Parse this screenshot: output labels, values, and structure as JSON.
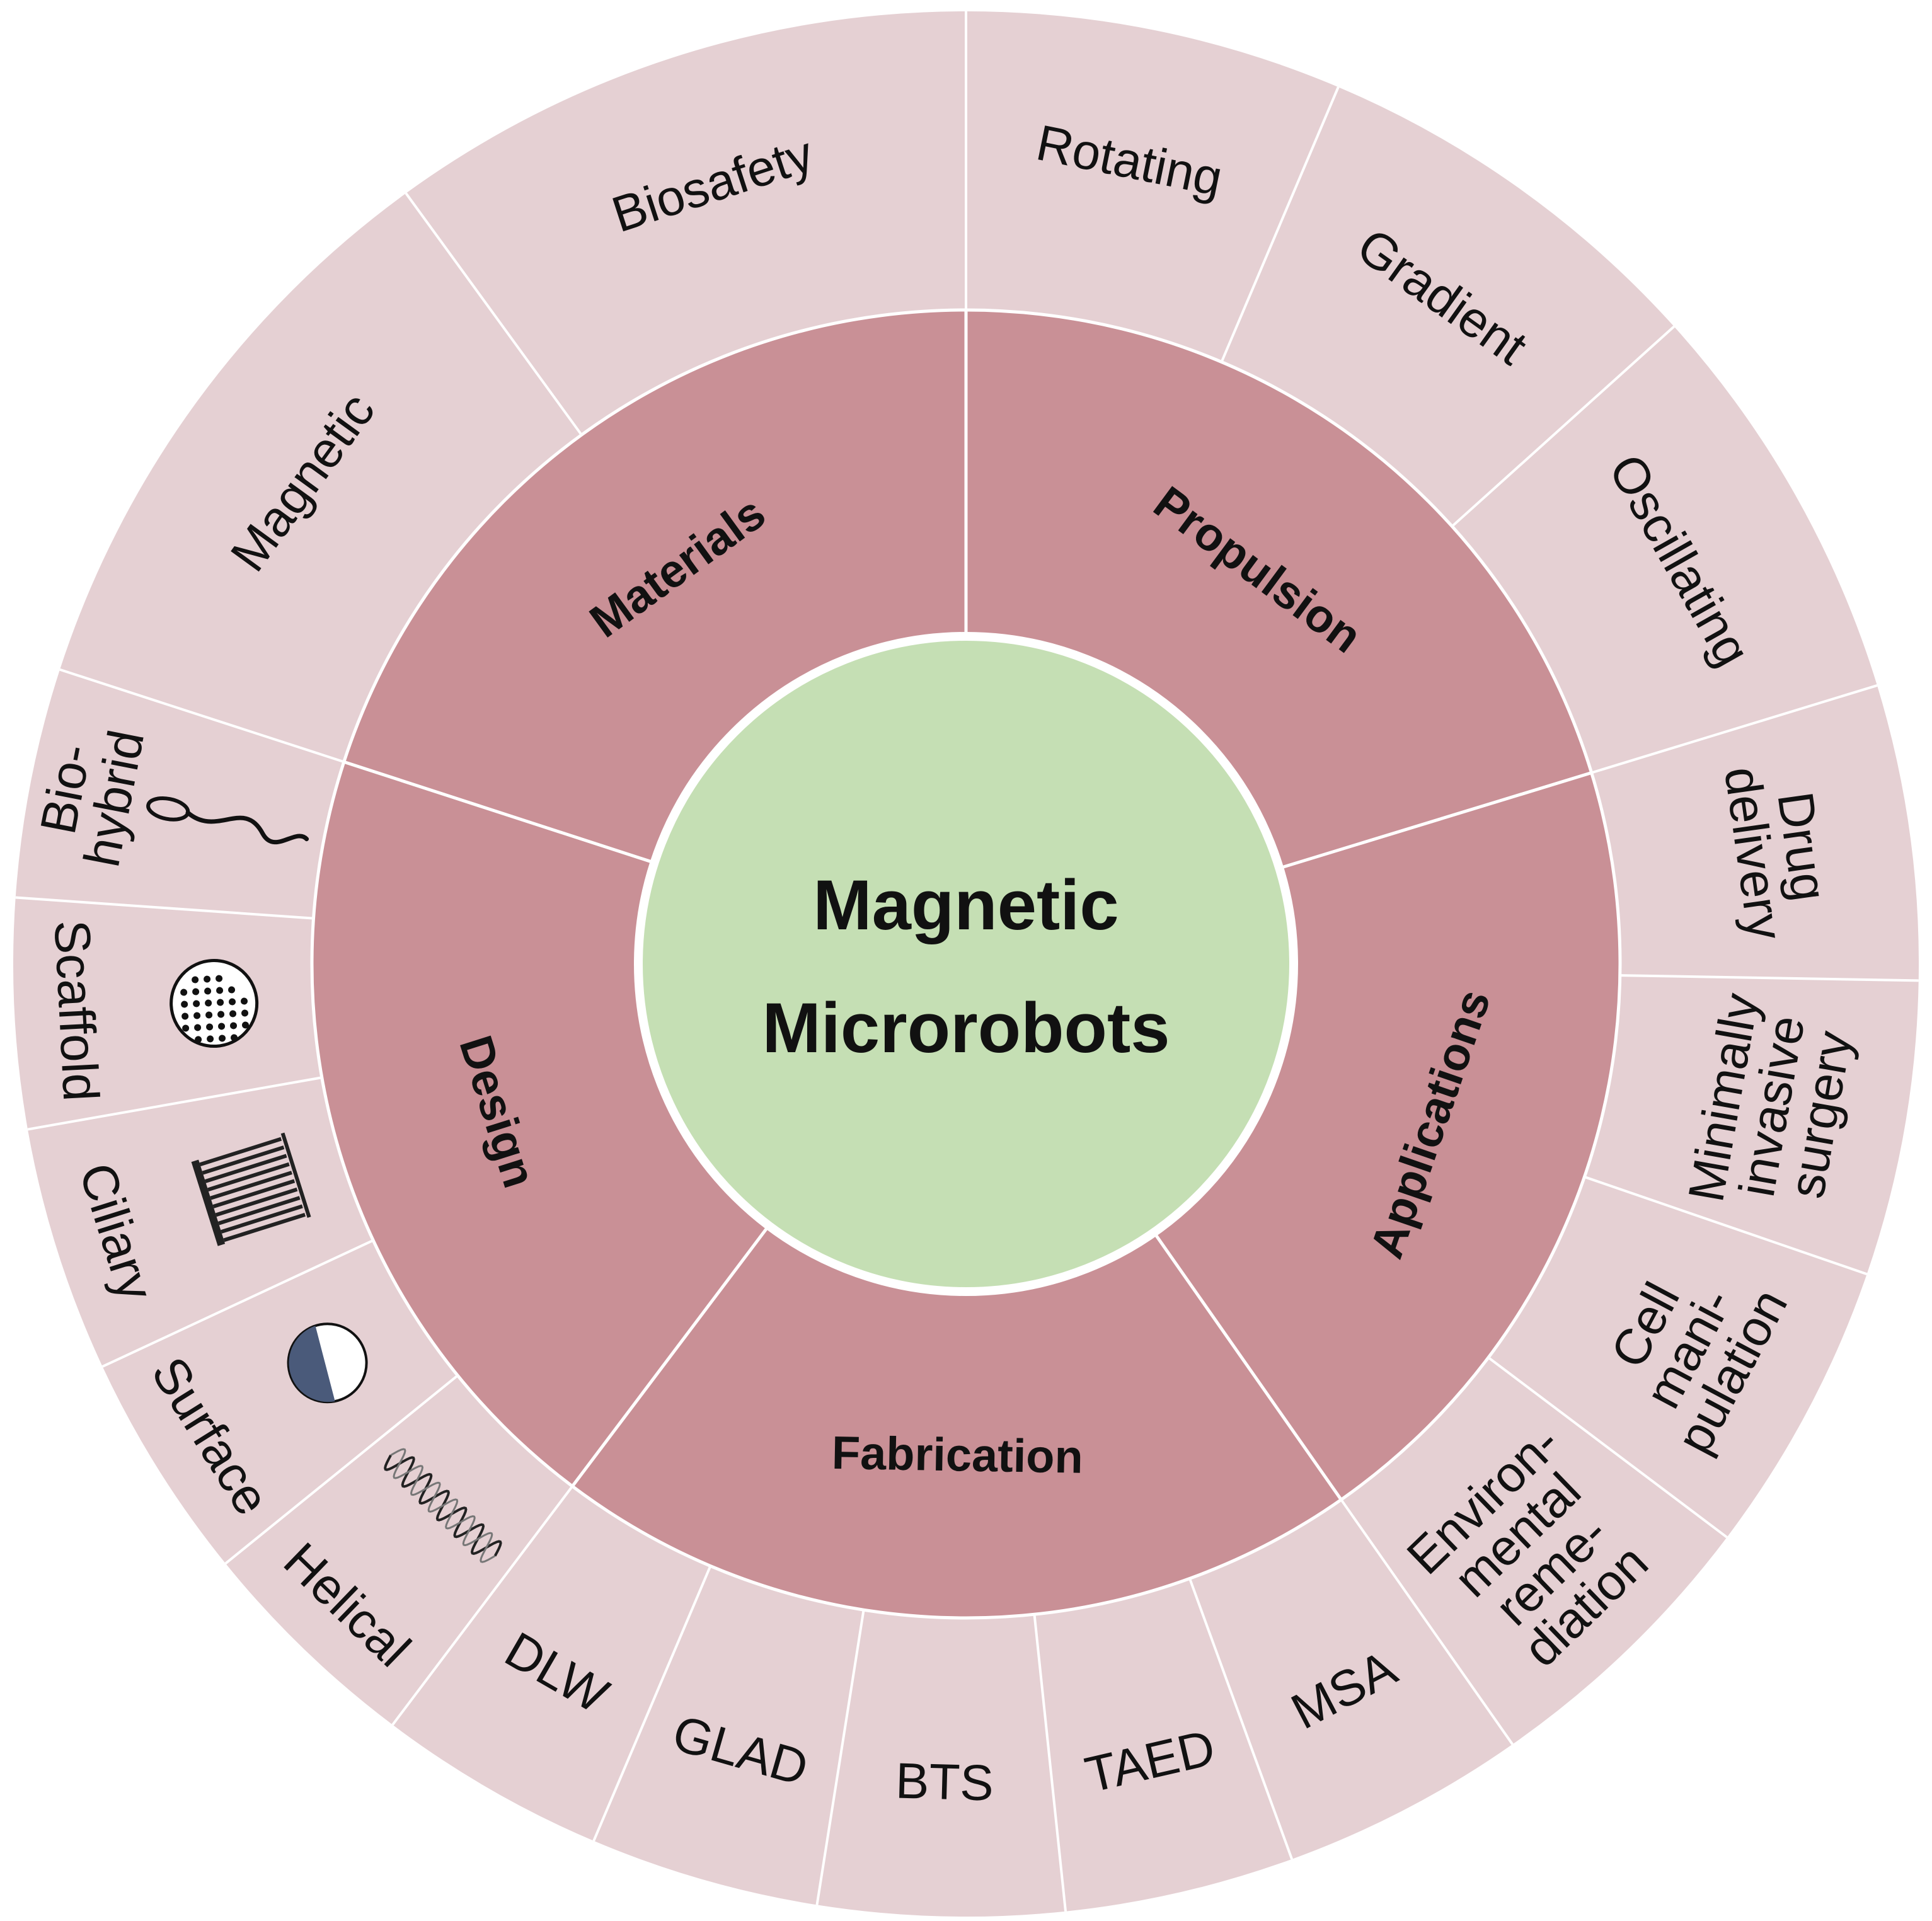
{
  "title": {
    "line1": "Magnetic",
    "line2": "Microrobots"
  },
  "colors": {
    "center_fill": "#c5dfb4",
    "inner_ring": "#c99096",
    "outer_ring": "#e5d0d3",
    "separator": "#ffffff",
    "icon_fill": "#4a5a7a"
  },
  "categories": [
    {
      "name": "Materials",
      "items": [
        {
          "label": [
            "Magnetic"
          ]
        },
        {
          "label": [
            "Biosafety"
          ]
        }
      ]
    },
    {
      "name": "Propulsion",
      "items": [
        {
          "label": [
            "Rotating"
          ]
        },
        {
          "label": [
            "Gradient"
          ]
        },
        {
          "label": [
            "Oscillating"
          ]
        }
      ]
    },
    {
      "name": "Applications",
      "items": [
        {
          "label": [
            "Drug",
            "delivery"
          ]
        },
        {
          "label": [
            "Minimally",
            "invasive",
            "surgery"
          ]
        },
        {
          "label": [
            "Cell",
            "mani-",
            "pulation"
          ]
        },
        {
          "label": [
            "Environ-",
            "mental",
            "reme-",
            "diation"
          ]
        }
      ]
    },
    {
      "name": "Fabrication",
      "items": [
        {
          "label": [
            "MSA"
          ]
        },
        {
          "label": [
            "TAED"
          ]
        },
        {
          "label": [
            "BTS"
          ]
        },
        {
          "label": [
            "GLAD"
          ]
        },
        {
          "label": [
            "DLW"
          ]
        }
      ]
    },
    {
      "name": "Design",
      "items": [
        {
          "label": [
            "Helical"
          ],
          "icon": "helix-icon"
        },
        {
          "label": [
            "Surface"
          ],
          "icon": "janus-sphere-icon"
        },
        {
          "label": [
            "Ciliary"
          ],
          "icon": "cilia-array-icon"
        },
        {
          "label": [
            "Scaffold"
          ],
          "icon": "porous-sphere-icon"
        },
        {
          "label": [
            "Bio-",
            "hybrid"
          ],
          "icon": "sperm-flagellum-icon"
        }
      ]
    }
  ]
}
